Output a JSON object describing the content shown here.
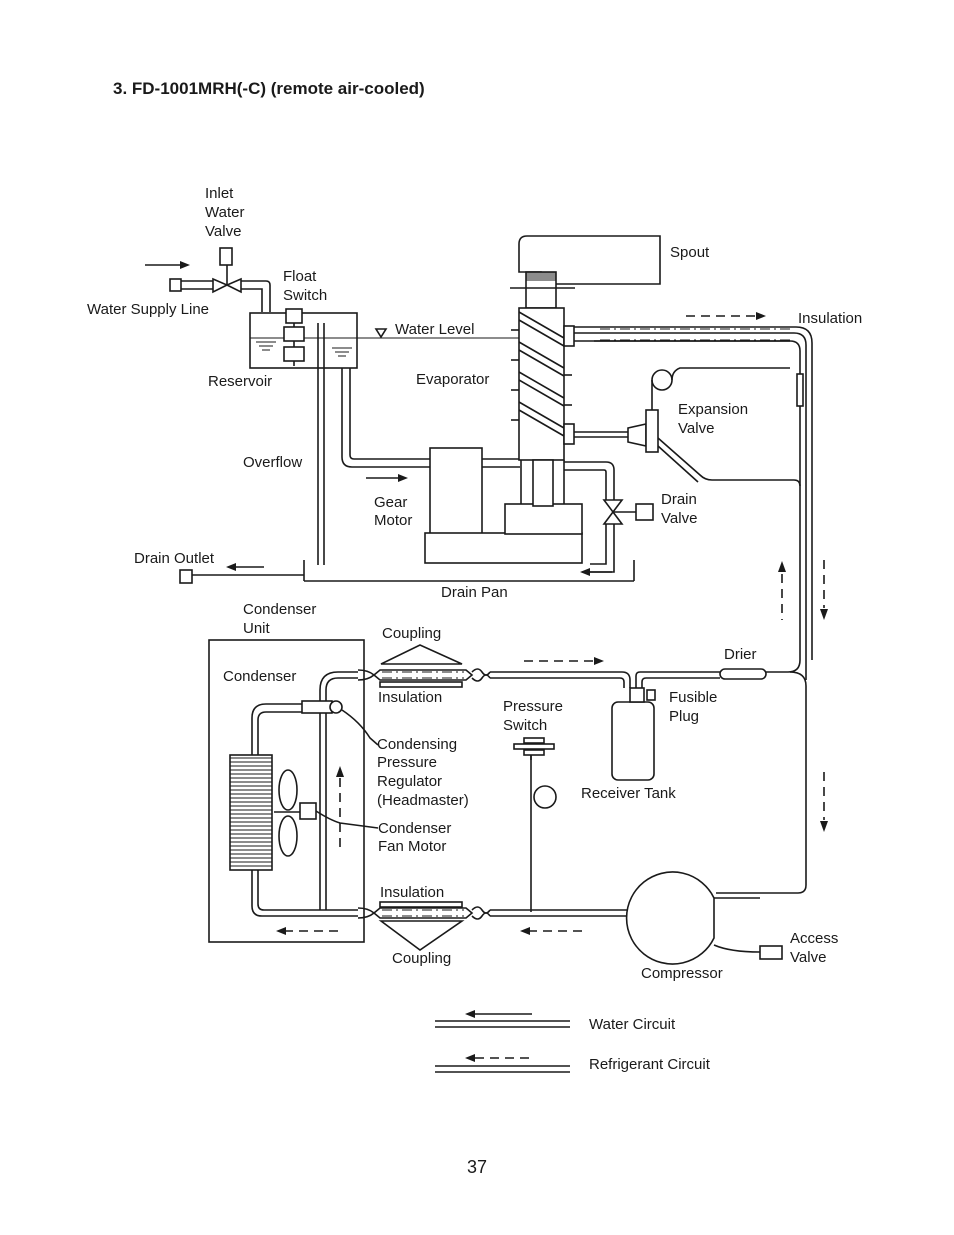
{
  "page": {
    "title": "3. FD-1001MRH(-C) (remote air-cooled)",
    "number": "37"
  },
  "labels": {
    "inlet_water_valve": [
      "Inlet",
      "Water",
      "Valve"
    ],
    "spout": "Spout",
    "float_switch": [
      "Float",
      "Switch"
    ],
    "water_supply_line": "Water Supply Line",
    "water_level": "Water Level",
    "insulation_top": "Insulation",
    "reservoir": "Reservoir",
    "evaporator": "Evaporator",
    "expansion_valve": [
      "Expansion",
      "Valve"
    ],
    "overflow": "Overflow",
    "gear_motor": [
      "Gear",
      "Motor"
    ],
    "drain_valve": [
      "Drain",
      "Valve"
    ],
    "drain_outlet": "Drain Outlet",
    "drain_pan": "Drain Pan",
    "condenser_unit": [
      "Condenser",
      "Unit"
    ],
    "coupling_top": "Coupling",
    "drier": "Drier",
    "condenser": "Condenser",
    "insulation_mid": "Insulation",
    "fusible_plug": [
      "Fusible",
      "Plug"
    ],
    "pressure_switch": [
      "Pressure",
      "Switch"
    ],
    "condensing_pressure_regulator": [
      "Condensing",
      "Pressure",
      "Regulator",
      "(Headmaster)"
    ],
    "receiver_tank": "Receiver Tank",
    "condenser_fan_motor": [
      "Condenser",
      "Fan Motor"
    ],
    "insulation_bottom": "Insulation",
    "access_valve": [
      "Access",
      "Valve"
    ],
    "coupling_bottom": "Coupling",
    "compressor": "Compressor"
  },
  "legend": {
    "water_circuit": "Water Circuit",
    "refrigerant_circuit": "Refrigerant Circuit"
  }
}
